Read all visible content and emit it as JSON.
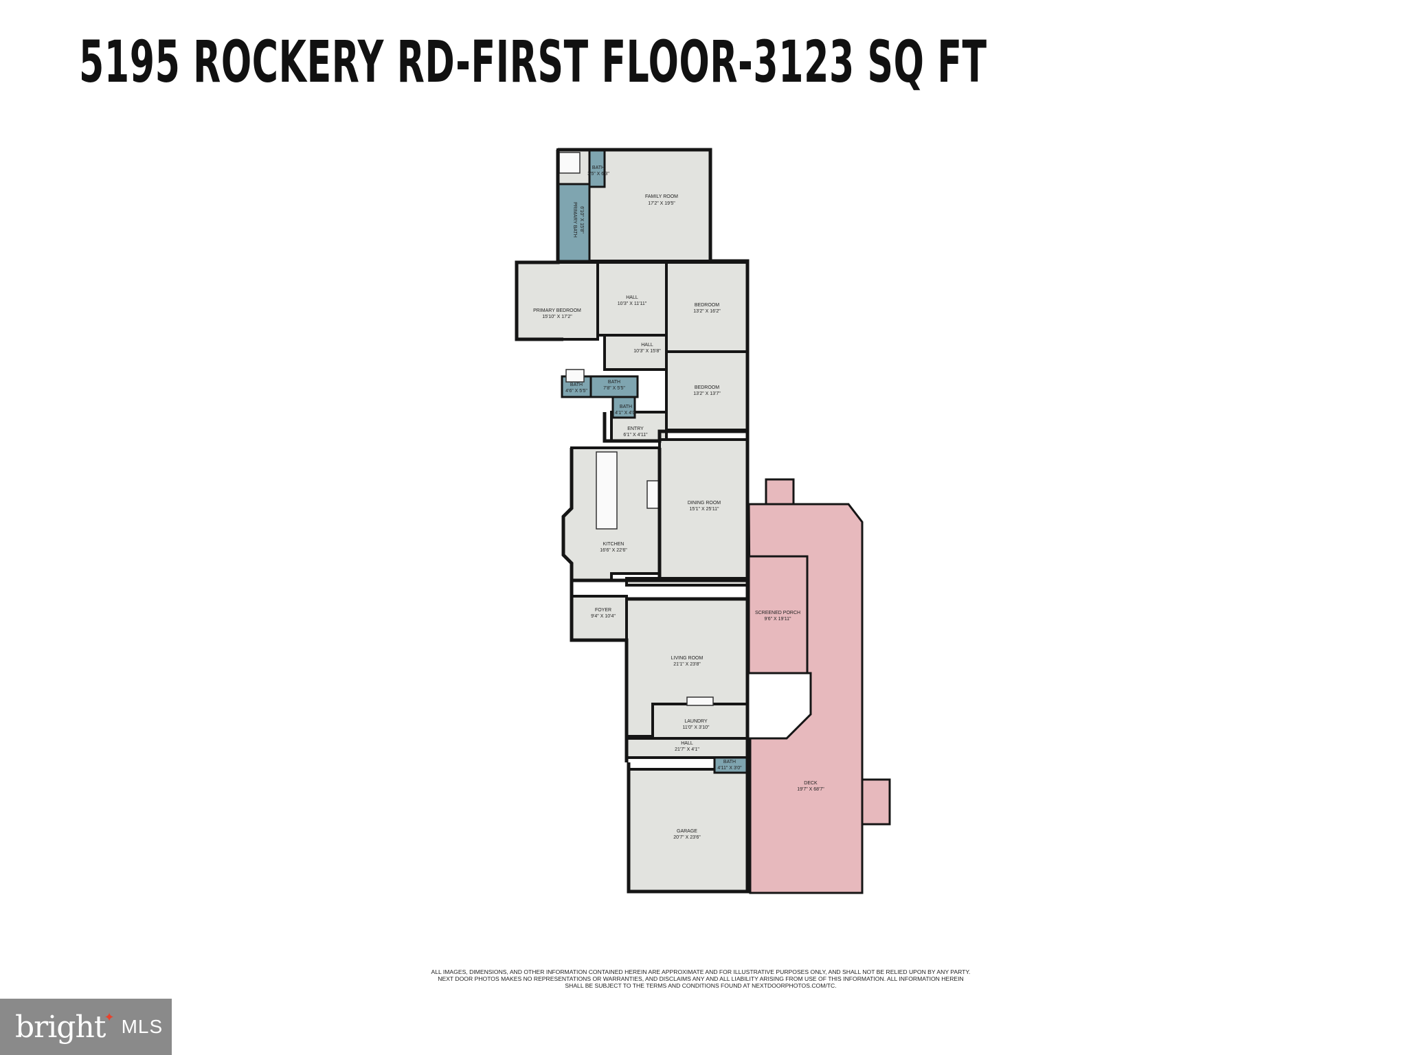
{
  "title": "5195 ROCKERY RD-FIRST FLOOR-3123 SQ FT",
  "rooms": [
    {
      "name": "BATH",
      "dims": "3'5\" X 6'3\""
    },
    {
      "name": "FAMILY ROOM",
      "dims": "17'2\" X 19'5\""
    },
    {
      "name": "PRIMARY BATH",
      "dims": "6'10\" X 15'8\""
    },
    {
      "name": "HALL",
      "dims": "10'3\" X 11'11\""
    },
    {
      "name": "BEDROOM",
      "dims": "13'2\" X 16'2\""
    },
    {
      "name": "PRIMARY BEDROOM",
      "dims": "15'10\" X 17'2\""
    },
    {
      "name": "HALL",
      "dims": "10'3\" X 15'8\""
    },
    {
      "name": "BATH",
      "dims": "4'6\" X 5'5\""
    },
    {
      "name": "BATH",
      "dims": "7'8\" X 5'5\""
    },
    {
      "name": "BATH",
      "dims": "4'1\" X 4'0\""
    },
    {
      "name": "BEDROOM",
      "dims": "13'2\" X 13'7\""
    },
    {
      "name": "ENTRY",
      "dims": "6'1\" X 4'11\""
    },
    {
      "name": "DINING ROOM",
      "dims": "15'1\" X 25'11\""
    },
    {
      "name": "KITCHEN",
      "dims": "16'6\" X 22'6\""
    },
    {
      "name": "FOYER",
      "dims": "9'4\" X 10'4\""
    },
    {
      "name": "SCREENED PORCH",
      "dims": "9'6\" X 19'11\""
    },
    {
      "name": "LIVING ROOM",
      "dims": "21'1\" X 23'8\""
    },
    {
      "name": "LAUNDRY",
      "dims": "11'0\" X 3'10\""
    },
    {
      "name": "HALL",
      "dims": "21'7\" X 4'1\""
    },
    {
      "name": "BATH",
      "dims": "4'11\" X 3'0\""
    },
    {
      "name": "DECK",
      "dims": "19'7\" X 68'7\""
    },
    {
      "name": "GARAGE",
      "dims": "20'7\" X 23'6\""
    }
  ],
  "disclaimer": [
    "ALL IMAGES, DIMENSIONS, AND OTHER INFORMATION CONTAINED HEREIN ARE APPROXIMATE AND FOR ILLUSTRATIVE PURPOSES ONLY, AND SHALL NOT BE RELIED UPON BY ANY PARTY.",
    "NEXT DOOR PHOTOS MAKES NO REPRESENTATIONS OR WARRANTIES, AND DISCLAIMS ANY AND ALL LIABILITY ARISING FROM USE OF THIS INFORMATION. ALL INFORMATION HEREIN",
    "SHALL BE SUBJECT TO THE TERMS AND CONDITIONS FOUND AT NEXTDOORPHOTOS.COM/TC."
  ],
  "logo": {
    "word": "bright",
    "suffix": "MLS"
  },
  "colors": {
    "room": "#e2e3df",
    "bath": "#7fa5b0",
    "deck": "#e7b9bd",
    "wall": "#151515"
  }
}
